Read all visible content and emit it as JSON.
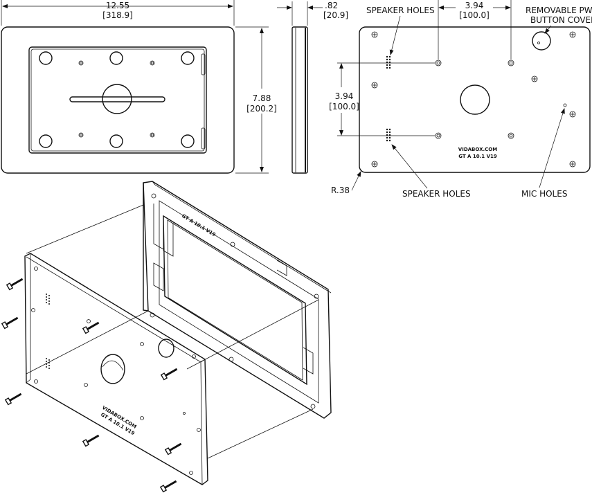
{
  "dimensions": {
    "width_in": "12.55",
    "width_mm": "[318.9]",
    "height_in": "7.88",
    "height_mm": "[200.2]",
    "depth_in": ".82",
    "depth_mm": "[20.9]",
    "hole_spacing_h_in": "3.94",
    "hole_spacing_h_mm": "[100.0]",
    "hole_spacing_v_in": "3.94",
    "hole_spacing_v_mm": "[100.0]",
    "corner_radius": "R.38"
  },
  "callouts": {
    "speaker_holes_top": "SPEAKER HOLES",
    "speaker_holes_bottom": "SPEAKER HOLES",
    "removable_pwr_line1": "REMOVABLE PWR",
    "removable_pwr_line2": "BUTTON COVER",
    "mic_holes": "MIC HOLES"
  },
  "engraving": {
    "line1": "VIDABOX.COM",
    "line2": "GT A 10.1 V19"
  }
}
